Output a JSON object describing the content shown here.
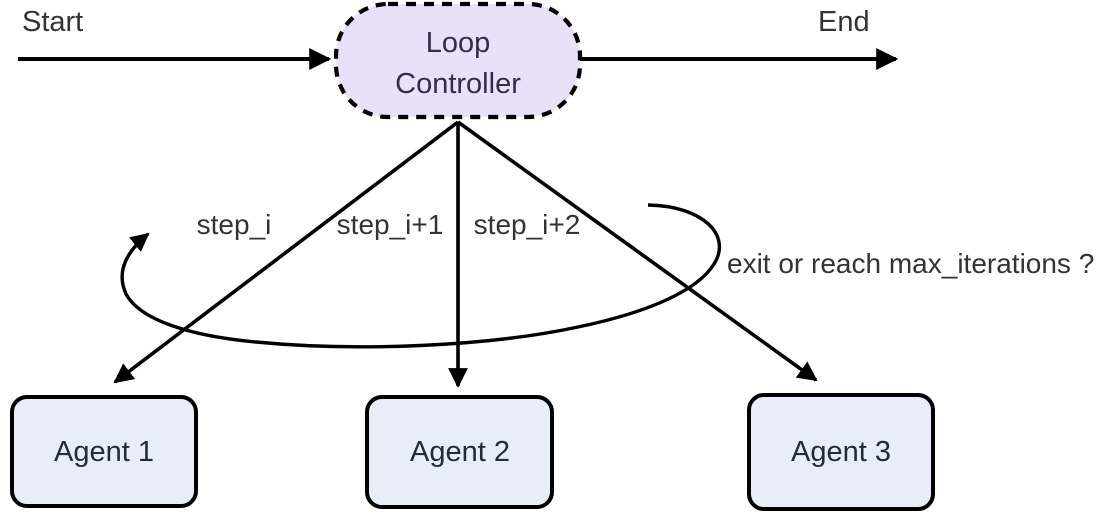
{
  "diagram": {
    "title": "loop-controller-flow",
    "start_label": "Start",
    "end_label": "End",
    "controller": {
      "label_line1": "Loop",
      "label_line2": "Controller"
    },
    "edges": {
      "step_1_label": "step_i",
      "step_2_label": "step_i+1",
      "step_3_label": "step_i+2",
      "loop_condition_label": "exit or reach max_iterations ?"
    },
    "agents": [
      {
        "label": "Agent 1"
      },
      {
        "label": "Agent 2"
      },
      {
        "label": "Agent 3"
      }
    ]
  },
  "colors": {
    "background": "#ffffff",
    "edge_stroke": "#000000",
    "controller_fill": "#e9e1f8",
    "controller_stroke": "#000000",
    "controller_text": "#332c4a",
    "agent_fill": "#e8eef8",
    "agent_stroke": "#000000",
    "agent_text": "#232b38",
    "label_text": "#333333"
  }
}
